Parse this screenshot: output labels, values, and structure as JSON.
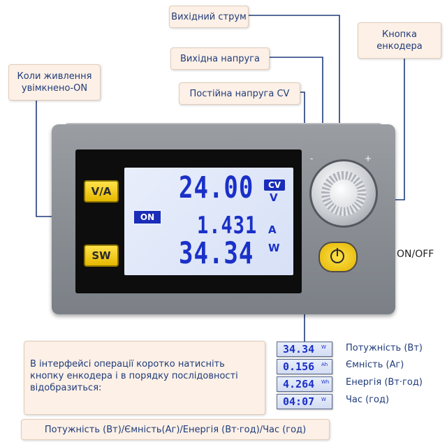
{
  "callouts": {
    "output_current": "Вихідний струм",
    "output_voltage": "Вихідна напруга",
    "cv_mode": "Постійна напруга CV",
    "power_on": "Коли живлення увімкнено-ON",
    "encoder_button": "Кнопка енкодера"
  },
  "display": {
    "voltage": "24.00",
    "current": "1.431",
    "power": "34.34",
    "cv_badge": "CV",
    "unit_v": "V",
    "unit_a": "A",
    "unit_w": "W",
    "on_badge": "ON"
  },
  "buttons": {
    "va": "V/A",
    "sw": "SW",
    "knob_minus": "-",
    "knob_plus": "+"
  },
  "onoff_label": "ON/OFF",
  "instructions": "В інтерфейсі операції коротко натисніть кнопку енкодера і в порядку послідовності відобразиться:",
  "sequence_caption": "Потужність (Вт)/Ємність(Аг)/Енергія (Вт·год)/Час (год)",
  "mini_displays": [
    {
      "value": "34.34",
      "unit": "W",
      "label": "Потужність (Вт)"
    },
    {
      "value": "0.156",
      "unit": "Ah",
      "label": "Ємність (Аг)"
    },
    {
      "value": "4.264",
      "unit": "Wh",
      "label": "Енергія (Вт·год)"
    },
    {
      "value": "04:07",
      "unit": "W",
      "label": "Час  (год)"
    }
  ],
  "colors": {
    "lcd_digits": "#1a30c8",
    "callout_bg": "#fdf0e6",
    "button_yellow": "#f2c80f",
    "text_blue": "#1f3b7a"
  }
}
